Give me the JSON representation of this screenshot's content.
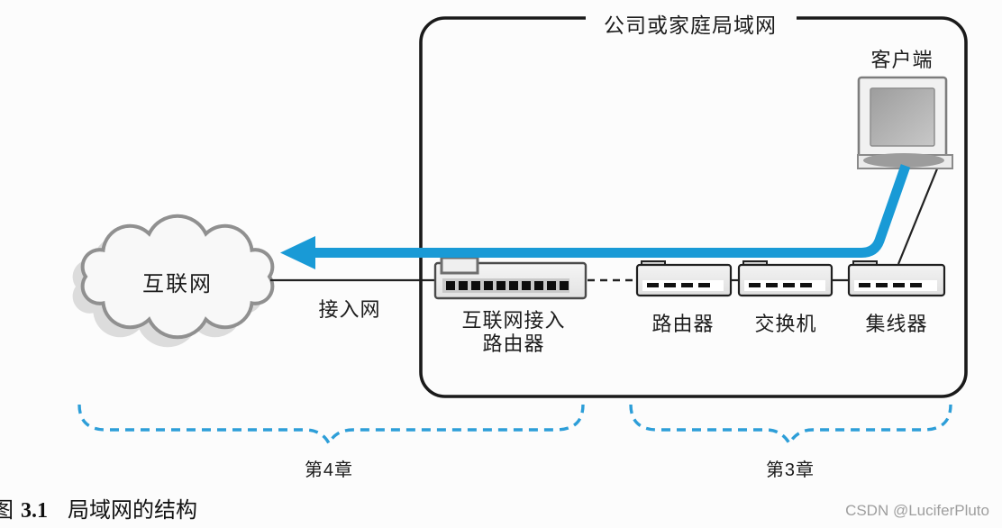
{
  "colors": {
    "arrow_blue": "#199ad6",
    "brace_blue": "#2d9ed8",
    "box_border": "#1a1a1a",
    "cloud_outline": "#909090",
    "cloud_shadow": "#dcdcdc",
    "watermark_gray": "#9e9e9e"
  },
  "diagram": {
    "lan_box_label": "公司或家庭局域网",
    "client_label": "客户端",
    "internet_cloud_label": "互联网",
    "access_network_label": "接入网",
    "access_router_label_line1": "互联网接入",
    "access_router_label_line2": "路由器",
    "router_label": "路由器",
    "switch_label": "交换机",
    "hub_label": "集线器",
    "chapter4_brace_label": "第4章",
    "chapter3_brace_label": "第3章"
  },
  "caption": {
    "figure_prefix": "图",
    "figure_number": "3.1",
    "figure_title": "局域网的结构"
  },
  "watermark": "CSDN @LuciferPluto"
}
